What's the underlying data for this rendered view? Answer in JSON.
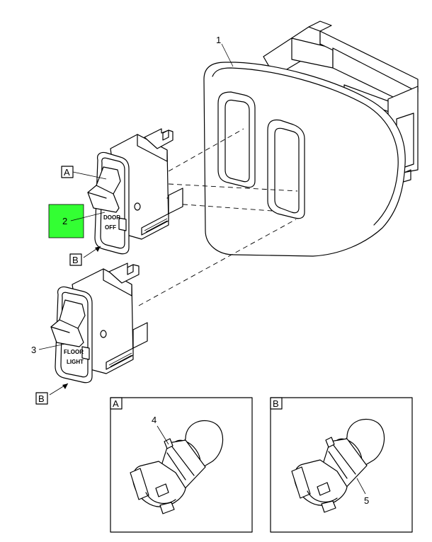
{
  "callouts": {
    "c1": "1",
    "c2": "2",
    "c3": "3",
    "c4": "4",
    "c5": "5"
  },
  "view_refs": {
    "a_top": "A",
    "b_mid": "B",
    "b_low": "B"
  },
  "detail_frames": {
    "a": "A",
    "b": "B"
  },
  "switch_upper": {
    "line1": "DOOR",
    "line2": "OFF"
  },
  "switch_lower": {
    "line1": "FLOOR",
    "line2": "LIGHT"
  },
  "colors": {
    "highlight": "#33ff33",
    "line": "#000000",
    "background": "#ffffff"
  }
}
